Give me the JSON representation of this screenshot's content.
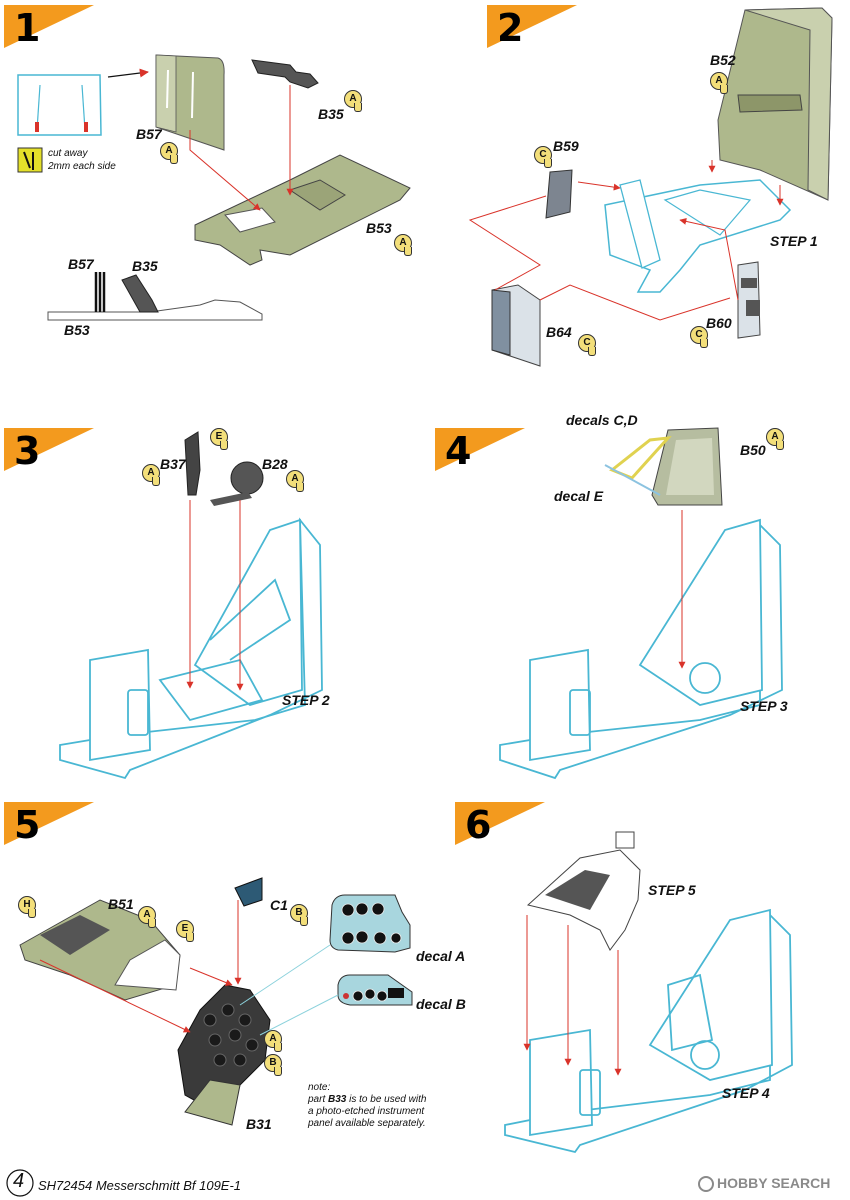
{
  "steps": [
    "1",
    "2",
    "3",
    "4",
    "5",
    "6"
  ],
  "step1": {
    "parts": {
      "b57": "B57",
      "b35": "B35",
      "b53": "B53"
    },
    "badges": {
      "b57": "A",
      "b35": "A",
      "b53": "A"
    },
    "cut_note": {
      "line1": "cut away",
      "line2": "2mm each side"
    },
    "side_labels": {
      "b57": "B57",
      "b35": "B35",
      "b53": "B53"
    }
  },
  "step2": {
    "parts": {
      "b52": "B52",
      "b59": "B59",
      "b64": "B64",
      "b60": "B60"
    },
    "badges": {
      "b52": "A",
      "b59": "C",
      "b64": "C",
      "b60": "C"
    },
    "ref": "STEP 1"
  },
  "step3": {
    "parts": {
      "b37": "B37",
      "b28": "B28"
    },
    "badges": {
      "b37": "A",
      "b37e": "E",
      "b28": "A"
    },
    "ref": "STEP 2"
  },
  "step4": {
    "decals_cd": "decals C,D",
    "decal_e": "decal E",
    "parts": {
      "b50": "B50"
    },
    "badges": {
      "b50": "A"
    },
    "ref": "STEP 3"
  },
  "step5": {
    "parts": {
      "b51": "B51",
      "c1": "C1",
      "b31": "B31"
    },
    "badges": {
      "h": "H",
      "b51": "A",
      "e": "E",
      "c1": "B",
      "b31a": "A",
      "b31b": "B"
    },
    "decal_a": "decal A",
    "decal_b": "decal B",
    "note": {
      "line1": "note:",
      "line2_pre": "part ",
      "line2_part": "B33",
      "line2_post": " is to be used with",
      "line3": "a photo-etched instrument",
      "line4": "panel available separately."
    }
  },
  "step6": {
    "ref_top": "STEP 5",
    "ref_bottom": "STEP 4"
  },
  "footer": {
    "page_number": "4",
    "title": "SH72454 Messerschmitt Bf 109E-1",
    "watermark": "HOBBY SEARCH"
  },
  "colors": {
    "orange": "#f39a1e",
    "blue_outline": "#49b7d3",
    "olive": "#aeb88c",
    "dark_grey": "#4a4a4a",
    "red_arrow": "#d9332a",
    "yellow": "#e4e02a"
  }
}
